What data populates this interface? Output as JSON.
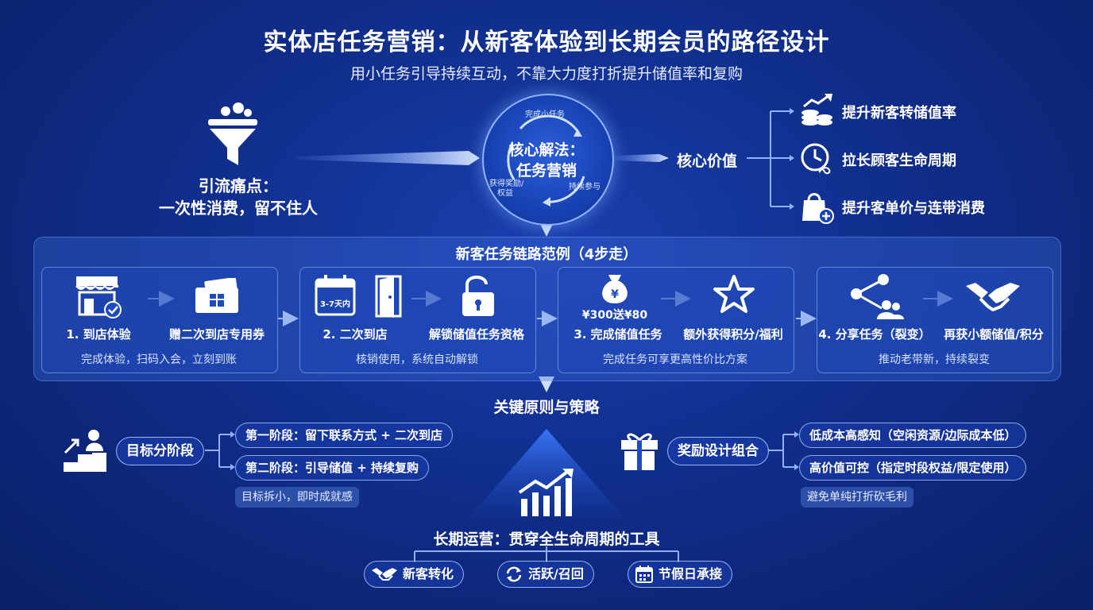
{
  "header": {
    "title": "实体店任务营销：从新客体验到长期会员的路径设计",
    "subtitle": "用小任务引导持续互动，不靠大力度打折提升储值率和复购"
  },
  "pain_point": {
    "line1": "引流痛点：",
    "line2": "一次性消费，留不住人"
  },
  "core": {
    "title1": "核心解法：",
    "title2": "任务营销",
    "ring_top": "完成小任务",
    "ring_left": "获得奖励/",
    "ring_left2": "权益",
    "ring_right": "持续参与"
  },
  "value": {
    "label": "核心价值",
    "items": [
      "提升新客转储值率",
      "拉长顾客生命周期",
      "提升客单价与连带消费"
    ]
  },
  "chain": {
    "title": "新客任务链路范例（4步走）",
    "steps": [
      {
        "label_a": "1. 到店体验",
        "label_b": "赠二次到店专用券",
        "desc": "完成体验，扫码入会，立刻到账"
      },
      {
        "label_a": "2. 二次到店",
        "label_b": "解锁储值任务资格",
        "desc": "核销使用，系统自动解锁",
        "badge": "3-7天内"
      },
      {
        "label_a": "3. 完成储值任务",
        "label_b": "额外获得积分/福利",
        "desc": "完成任务可享更高性价比方案",
        "badge": "¥300送¥80"
      },
      {
        "label_a": "4. 分享任务（裂变）",
        "label_b": "再获小额储值/积分",
        "desc": "推动老带新，持续裂变"
      }
    ]
  },
  "principles": {
    "title": "关键原则与策略",
    "goal": {
      "label": "目标分阶段",
      "stages": [
        "第一阶段：留下联系方式 + 二次到店",
        "第二阶段：引导储值 + 持续复购"
      ],
      "note": "目标拆小，即时成就感"
    },
    "reward": {
      "label": "奖励设计组合",
      "items": [
        "低成本高感知（空闲资源/边际成本低）",
        "高价值可控（指定时段权益/限定使用）"
      ],
      "note": "避免单纯打折砍毛利"
    }
  },
  "long_term": {
    "label": "长期运营：贯穿全生命周期的工具",
    "tools": [
      "新客转化",
      "活跃/召回",
      "节假日承接"
    ]
  },
  "colors": {
    "accent": "#6fb0ff",
    "bg": "#102e8c",
    "icon": "#ffffff"
  }
}
